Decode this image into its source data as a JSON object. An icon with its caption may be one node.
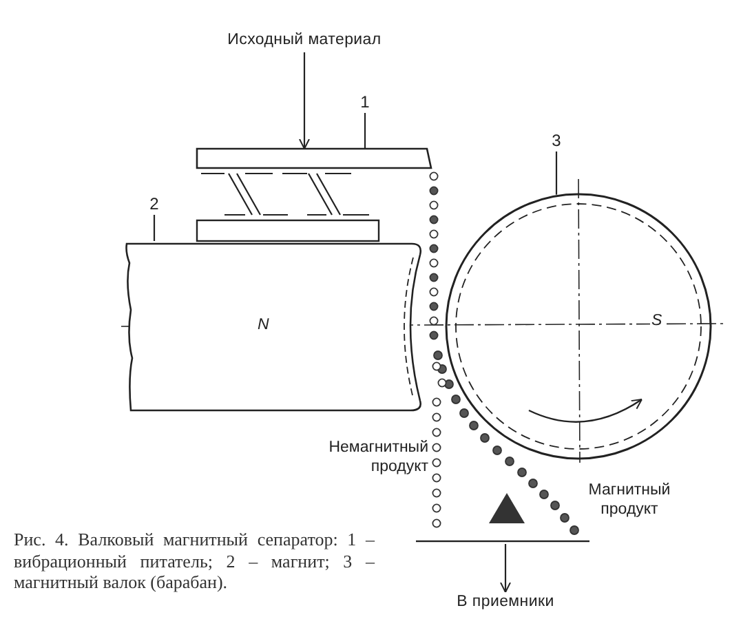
{
  "diagram": {
    "caption": "Рис. 4. Валковый магнитный сепаратор: 1 – вибрационный питатель; 2 – магнит; 3 – магнитный валок (барабан).",
    "nodes": [
      {
        "text": [
          "Исходный материал"
        ]
      },
      {
        "text": [],
        "shape": "box"
      },
      {
        "text": [],
        "shape": "box"
      },
      {
        "text": [],
        "shape": "circle"
      },
      {
        "text": [
          "1"
        ]
      },
      {
        "text": [
          "2"
        ]
      },
      {
        "text": [
          "3"
        ]
      },
      {
        "text": [],
        "shape": "bar"
      },
      {
        "text": [
          "В приемники"
        ]
      }
    ],
    "edges": [
      {
        "from": 0,
        "to": 1,
        "arrow": "to"
      },
      {
        "from": 4,
        "to": 1,
        "arrow": "none"
      },
      {
        "from": 5,
        "to": 2,
        "arrow": "none"
      },
      {
        "from": 6,
        "to": 3,
        "arrow": "none"
      },
      {
        "from": 7,
        "to": 8,
        "arrow": "to"
      }
    ],
    "labels": [
      "N",
      "S",
      "Немагнитный продукт",
      "Магнитный продукт"
    ]
  }
}
